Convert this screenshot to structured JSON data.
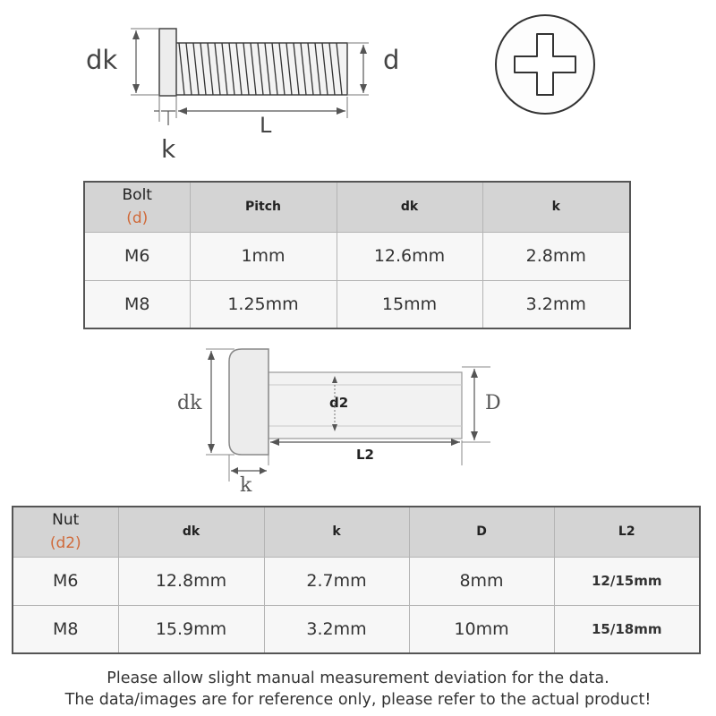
{
  "diagram1": {
    "label_dk": "dk",
    "label_d": "d",
    "label_L": "L",
    "label_k": "k"
  },
  "drive_icon": "phillips-cross-icon",
  "bolt_table": {
    "header_title": "Bolt",
    "header_sub": "(d)",
    "columns": [
      "Pitch",
      "dk",
      "k"
    ],
    "rows": [
      {
        "size": "M6",
        "values": [
          "1mm",
          "12.6mm",
          "2.8mm"
        ]
      },
      {
        "size": "M8",
        "values": [
          "1.25mm",
          "15mm",
          "3.2mm"
        ]
      }
    ]
  },
  "diagram2": {
    "label_dk": "dk",
    "label_d2": "d2",
    "label_D": "D",
    "label_L2": "L2",
    "label_k": "k"
  },
  "nut_table": {
    "header_title": "Nut",
    "header_sub": "(d2)",
    "columns": [
      "dk",
      "k",
      "D",
      "L2"
    ],
    "rows": [
      {
        "size": "M6",
        "values": [
          "12.8mm",
          "2.7mm",
          "8mm",
          "12/15mm"
        ]
      },
      {
        "size": "M8",
        "values": [
          "15.9mm",
          "3.2mm",
          "10mm",
          "15/18mm"
        ]
      }
    ]
  },
  "notes": {
    "line1": "Please allow slight manual measurement deviation for the data.",
    "line2": "The data/images are for reference only, please refer to the actual product!"
  },
  "colors": {
    "accent_sub": "#d06a3a",
    "header_bg": "#d4d4d4"
  }
}
